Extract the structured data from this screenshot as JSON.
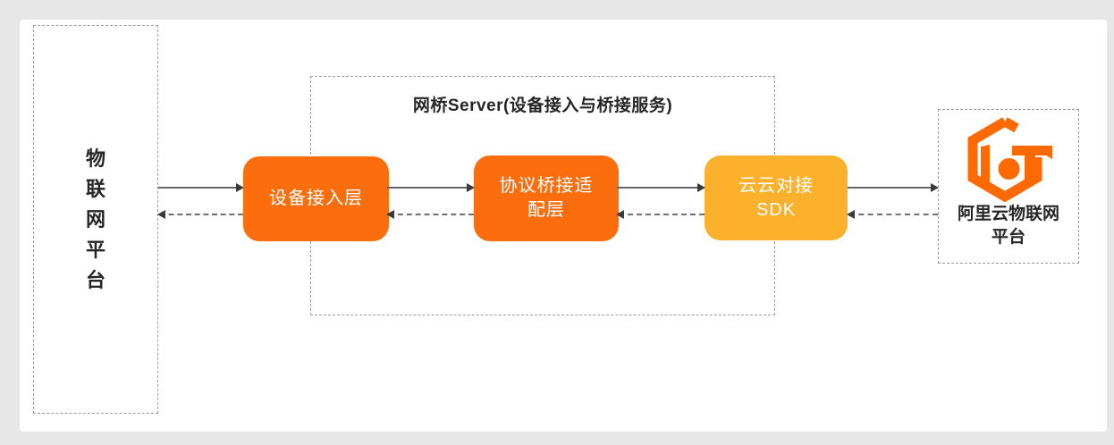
{
  "colors": {
    "box_orange": "#FB6D0D",
    "box_yellow": "#FBB12B",
    "logo_orange": "#FF6A00",
    "border_gray": "#9c9c9c",
    "arrow_gray": "#666666",
    "text_dark": "#262626",
    "page_bg": "#e7e7e7",
    "panel_bg": "#ffffff"
  },
  "left_platform": {
    "label": "物\n联\n网\n平\n台"
  },
  "bridge_server": {
    "title": "网桥Server(设备接入与桥接服务)",
    "boxes": [
      {
        "label": "设备接入层"
      },
      {
        "label": "协议桥接适\n配层"
      },
      {
        "label": "云云对接\nSDK"
      }
    ]
  },
  "cloud_platform": {
    "label": "阿里云物联网\n平台",
    "logo": "aliyun-iot-hexagon-logo"
  },
  "flows": {
    "forward": "solid-arrows-left-to-right",
    "backward": "dashed-arrows-right-to-left"
  }
}
